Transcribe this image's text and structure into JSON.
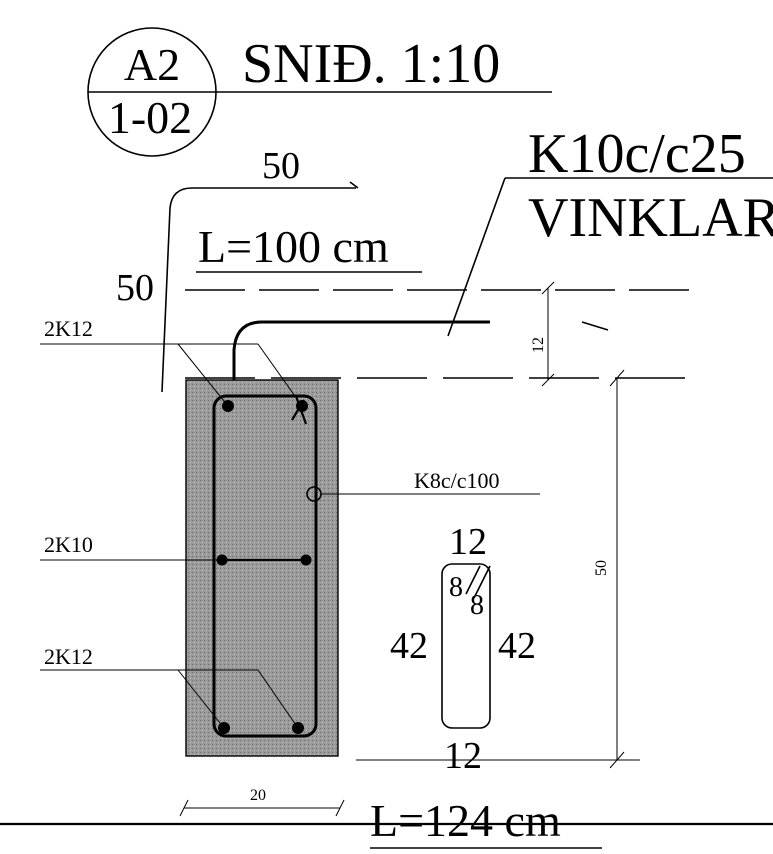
{
  "title": {
    "detail_id": "A2",
    "sheet_ref": "1-02",
    "heading": "SNIÐ. 1:10"
  },
  "stirrup_top": {
    "spec": "K10c/c25",
    "type": "VINKLAR",
    "length": "L=100 cm",
    "leg_horizontal": "50",
    "leg_vertical": "50",
    "end_dim": "12"
  },
  "bars": {
    "top": "2K12",
    "middle": "2K10",
    "bottom": "2K12"
  },
  "stirrup_side": {
    "spec": "K8c/c100",
    "top_width": "12",
    "hook_a": "8",
    "hook_b": "8",
    "left_height": "42",
    "right_height": "42",
    "bottom_width": "12",
    "length": "L=124 cm"
  },
  "section": {
    "height": "50",
    "width": "20"
  }
}
